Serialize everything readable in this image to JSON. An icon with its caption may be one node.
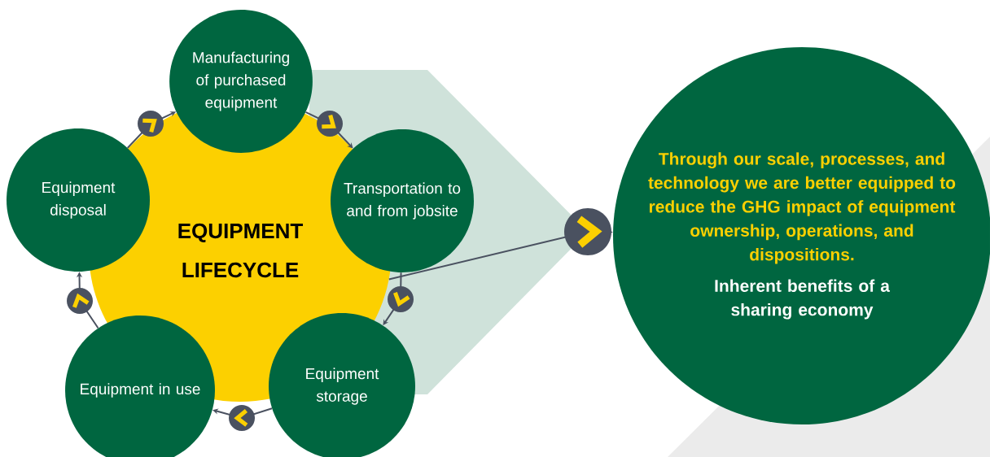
{
  "diagram": {
    "nodes": [
      {
        "text": [
          "EQUIPMENT LIFECYCLE"
        ]
      },
      {
        "text": [
          "Manufacturing of purchased equipment"
        ]
      },
      {
        "text": [
          "Transportation to and from jobsite"
        ]
      },
      {
        "text": [
          "Equipment storage"
        ]
      },
      {
        "text": [
          "Equipment in use"
        ]
      },
      {
        "text": [
          "Equipment disposal"
        ]
      },
      {
        "text": [
          "Through our scale, processes, and technology we are better equipped to reduce the GHG impact of equipment ownership, operations, and dispositions.",
          "Inherent benefits of a sharing economy"
        ]
      }
    ],
    "edges": [
      {
        "from": 1,
        "to": 2,
        "arrow": "to"
      },
      {
        "from": 2,
        "to": 3,
        "arrow": "to"
      },
      {
        "from": 3,
        "to": 4,
        "arrow": "to"
      },
      {
        "from": 4,
        "to": 5,
        "arrow": "to"
      },
      {
        "from": 5,
        "to": 1,
        "arrow": "to"
      },
      {
        "from": 0,
        "to": 6,
        "arrow": "to"
      }
    ]
  }
}
